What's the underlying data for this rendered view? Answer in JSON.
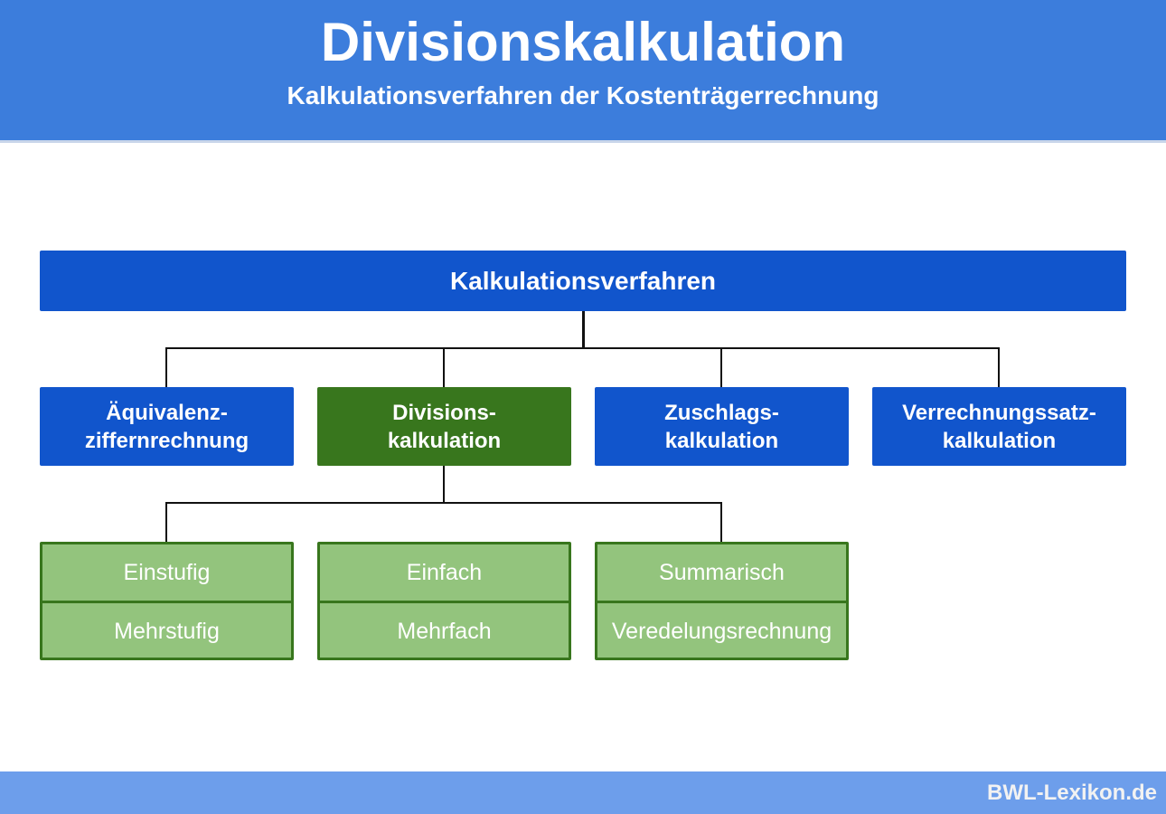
{
  "header": {
    "title": "Divisionskalkulation",
    "subtitle": "Kalkulationsverfahren der Kostenträgerrechnung"
  },
  "root": "Kalkulationsverfahren",
  "level2": [
    {
      "line1": "Äquivalenz-",
      "line2": "ziffernrechnung"
    },
    {
      "line1": "Divisions-",
      "line2": "kalkulation"
    },
    {
      "line1": "Zuschlags-",
      "line2": "kalkulation"
    },
    {
      "line1": "Verrechnungssatz-",
      "line2": "kalkulation"
    }
  ],
  "level3": [
    {
      "top": "Einstufig",
      "bottom": "Mehrstufig"
    },
    {
      "top": "Einfach",
      "bottom": "Mehrfach"
    },
    {
      "top": "Summarisch",
      "bottom": "Veredelungsrechnung"
    }
  ],
  "footer": {
    "brand": "BWL-Lexikon.de"
  },
  "colors": {
    "header": "#3c7ddc",
    "blue": "#1155cc",
    "dark_green": "#38761d",
    "light_green": "#93c47d",
    "footer": "#6d9eeb"
  }
}
